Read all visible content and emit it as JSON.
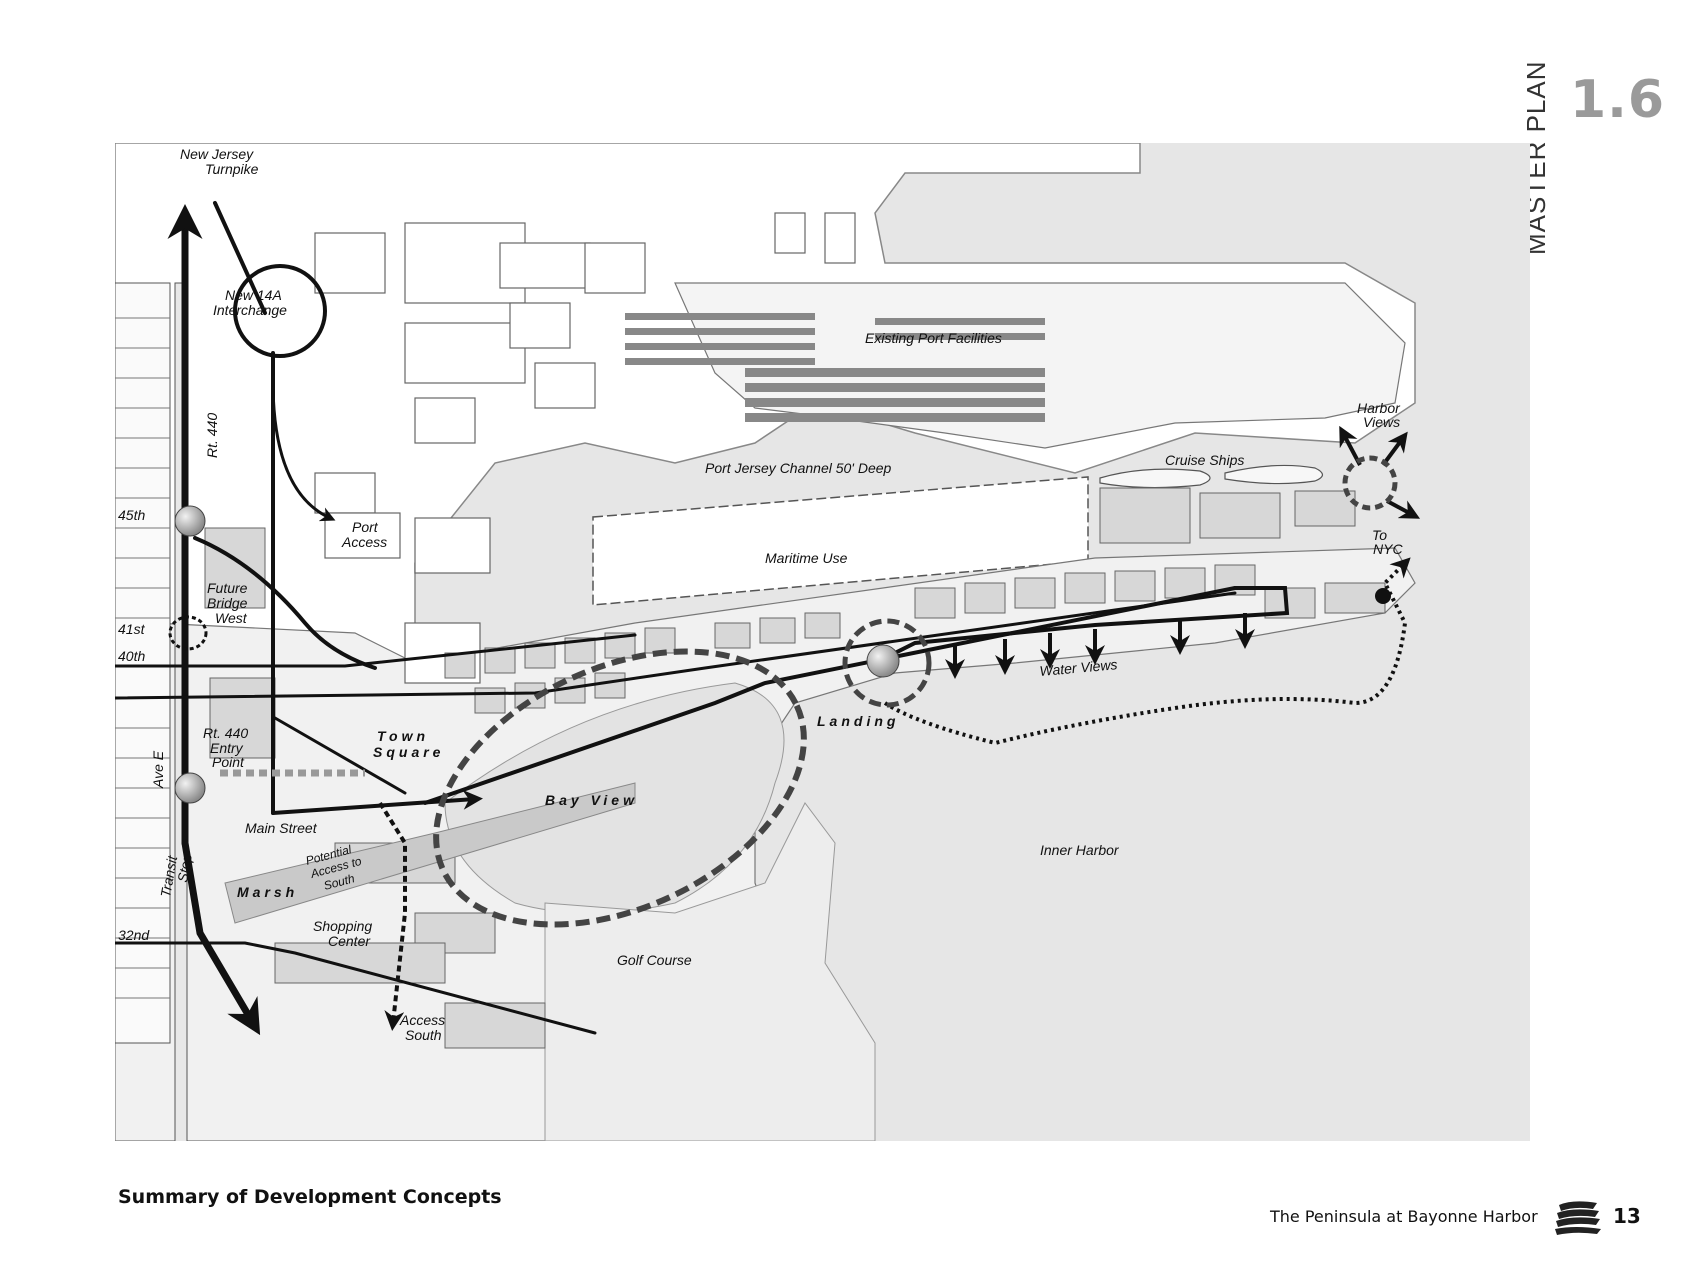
{
  "section": {
    "number": "1.6",
    "title": "MASTER PLAN"
  },
  "map": {
    "labels": {
      "nj_turnpike_1": "New Jersey",
      "nj_turnpike_2": "Turnpike",
      "interchange_1": "New 14A",
      "interchange_2": "Interchange",
      "rt440": "Rt. 440",
      "existing_port": "Existing Port Facilities",
      "channel": "Port Jersey Channel 50' Deep",
      "cruise": "Cruise Ships",
      "harbor_views_1": "Harbor",
      "harbor_views_2": "Views",
      "to_nyc_1": "To",
      "to_nyc_2": "NYC",
      "port_access_1": "Port",
      "port_access_2": "Access",
      "maritime": "Maritime Use",
      "st45": "45th",
      "st41": "41st",
      "st40": "40th",
      "st32": "32nd",
      "future_bridge_1": "Future",
      "future_bridge_2": "Bridge",
      "future_bridge_3": "West",
      "water_views": "Water Views",
      "landing": "Landing",
      "town_1": "Town",
      "town_2": "Square",
      "entry_1": "Rt. 440",
      "entry_2": "Entry",
      "entry_3": "Point",
      "ave_e": "Ave E",
      "bay_view": "Bay View",
      "main_street": "Main Street",
      "transit_1": "Transit",
      "transit_2": "Stop",
      "potential_1": "Potential",
      "potential_2": "Access to",
      "potential_3": "South",
      "marsh": "Marsh",
      "inner_harbor": "Inner Harbor",
      "shopping_1": "Shopping",
      "shopping_2": "Center",
      "golf": "Golf Course",
      "access_south_1": "Access",
      "access_south_2": "South"
    }
  },
  "caption": "Summary of Development Concepts",
  "footer": {
    "title": "The Peninsula at Bayonne Harbor",
    "page": "13"
  }
}
